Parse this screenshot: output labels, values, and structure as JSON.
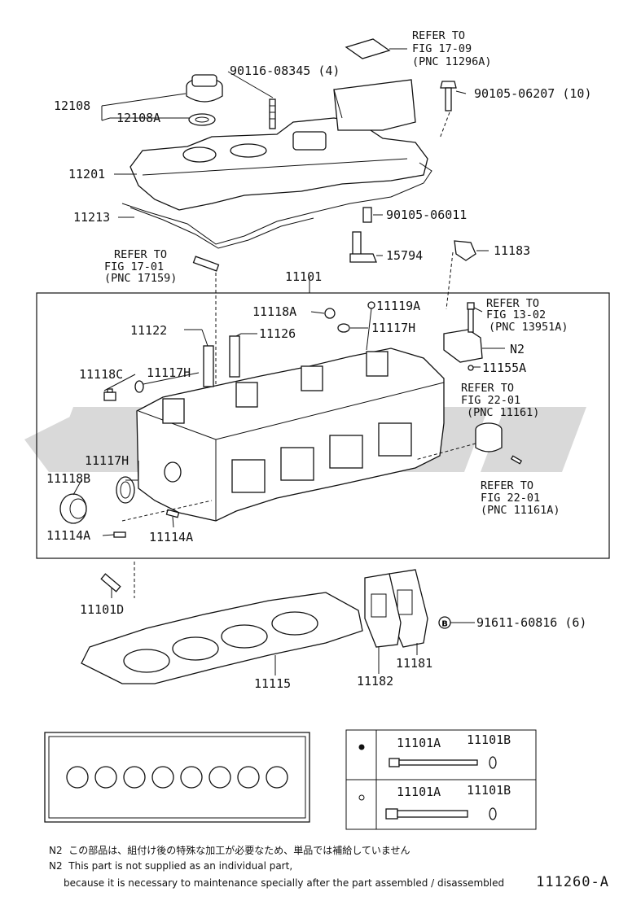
{
  "labels": {
    "refer_top_1": "REFER TO",
    "refer_top_2": "FIG 17-09",
    "refer_top_3": "(PNC 11296A)",
    "p_90116": "90116-08345 (4)",
    "p_90105_06207": "90105-06207 (10)",
    "p_12108": "12108",
    "p_12108A": "12108A",
    "p_11201": "11201",
    "p_11213": "11213",
    "p_90105_06011": "90105-06011",
    "p_15794": "15794",
    "p_11183": "11183",
    "refer_1701_1": "REFER TO",
    "refer_1701_2": "FIG 17-01",
    "refer_1701_3": "(PNC 17159)",
    "p_11101": "11101",
    "p_11118A": "11118A",
    "p_11119A": "11119A",
    "refer_1302_1": "REFER TO",
    "refer_1302_2": "FIG 13-02",
    "refer_1302_3": "(PNC 13951A)",
    "p_11122": "11122",
    "p_11126": "11126",
    "p_11117H_a": "11117H",
    "p_N2": "N2",
    "p_11118C": "11118C",
    "p_11117H_b": "11117H",
    "p_11155A": "11155A",
    "refer_2201a_1": "REFER TO",
    "refer_2201a_2": "FIG 22-01",
    "refer_2201a_3": "(PNC 11161)",
    "p_11117H_c": "11117H",
    "p_11118B": "11118B",
    "refer_2201b_1": "REFER TO",
    "refer_2201b_2": "FIG 22-01",
    "refer_2201b_3": "(PNC 11161A)",
    "p_11114A_a": "11114A",
    "p_11114A_b": "11114A",
    "p_11101D": "11101D",
    "p_91611": "91611-60816 (6)",
    "p_11181": "11181",
    "p_11115": "11115",
    "p_11182": "11182",
    "tbl_r1_a": "11101A",
    "tbl_r1_b": "11101B",
    "tbl_r2_a": "11101A",
    "tbl_r2_b": "11101B"
  },
  "notes": {
    "n2_jp_tag": "N2",
    "n2_jp": "この部品は、組付け後の特殊な加工が必要なため、単品では補給していません",
    "n2_en_tag": "N2",
    "n2_en_1": "This part is not supplied as an individual part,",
    "n2_en_2": "because it is necessary to maintenance specially after the part assembled / disassembled"
  },
  "figure_code": "111260-A",
  "symbols": {
    "bolt_marker": "B"
  }
}
